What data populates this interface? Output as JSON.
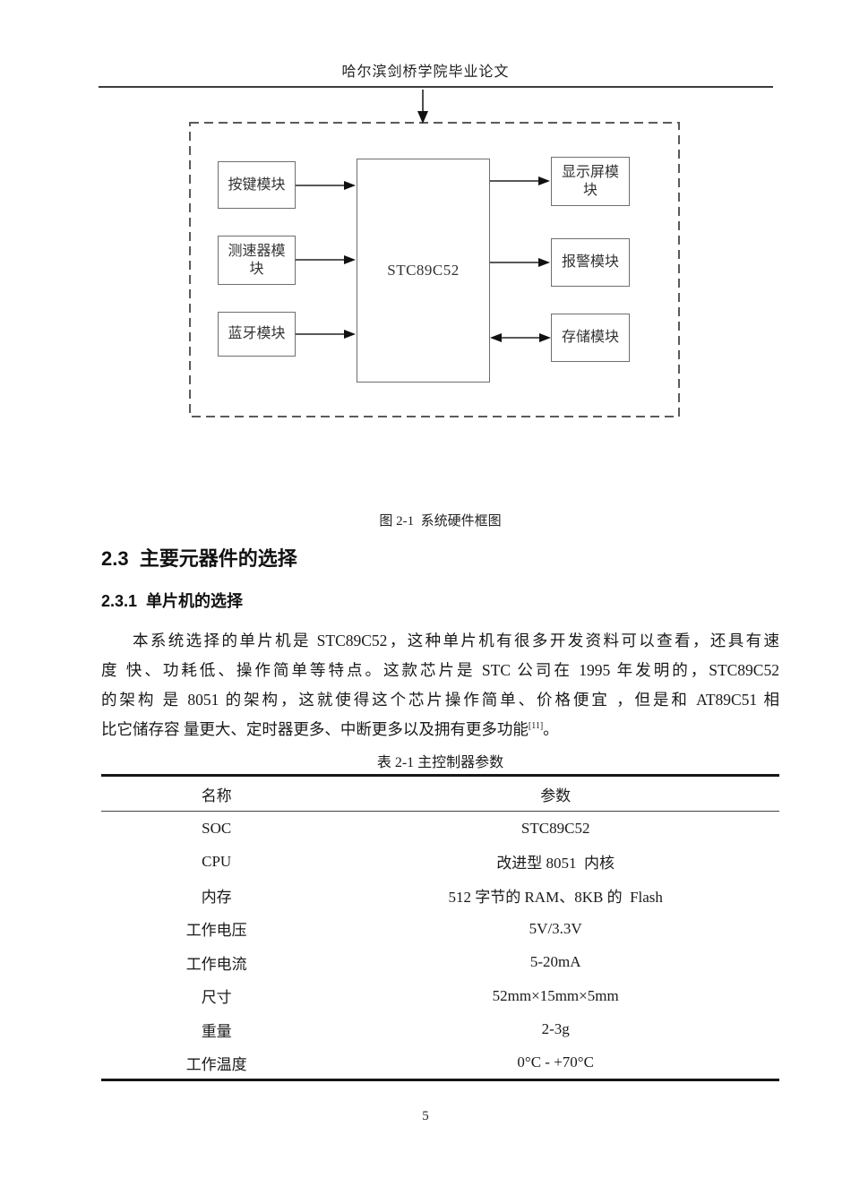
{
  "header": {
    "title": "哈尔滨剑桥学院毕业论文"
  },
  "diagram": {
    "chip": "STC89C52",
    "box_keypad": "按键模块",
    "box_speed": "测速器模块",
    "box_bluetooth": "蓝牙模块",
    "box_display": "显示屏模块",
    "box_alarm": "报警模块",
    "box_storage": "存储模块",
    "caption": "图 2-1  系统硬件框图"
  },
  "sections": {
    "h2": "2.3  主要元器件的选择",
    "h3": "2.3.1  单片机的选择"
  },
  "paragraph": {
    "line1": "本系统选择的单片机是 STC89C52，这种单片机有很多开发资料可以查看，还具有速",
    "line2": "度 快、功耗低、操作简单等特点。这款芯片是 STC 公司在 1995 年发明的，STC89C52",
    "line3": "的架构 是 8051 的架构，这就使得这个芯片操作简单、价格便宜 ，但是和 AT89C51 相",
    "line4_pre": "比它储存容 量更大、定时器更多、中断更多以及拥有更多功能",
    "line4_sup": "[11]",
    "line4_post": "。"
  },
  "table": {
    "caption": "表 2-1 主控制器参数",
    "headers": [
      "名称",
      "参数"
    ],
    "rows": [
      {
        "name": "SOC",
        "value": "STC89C52"
      },
      {
        "name": "CPU",
        "value": "改进型 8051  内核"
      },
      {
        "name": "内存",
        "value": "512 字节的 RAM、8KB 的  Flash"
      },
      {
        "name": "工作电压",
        "value": "5V/3.3V"
      },
      {
        "name": "工作电流",
        "value": "5-20mA"
      },
      {
        "name": "尺寸",
        "value": "52mm×15mm×5mm"
      },
      {
        "name": "重量",
        "value": "2-3g"
      },
      {
        "name": "工作温度",
        "value": "0°C - +70°C"
      }
    ]
  },
  "footer": {
    "page_number": "5"
  }
}
